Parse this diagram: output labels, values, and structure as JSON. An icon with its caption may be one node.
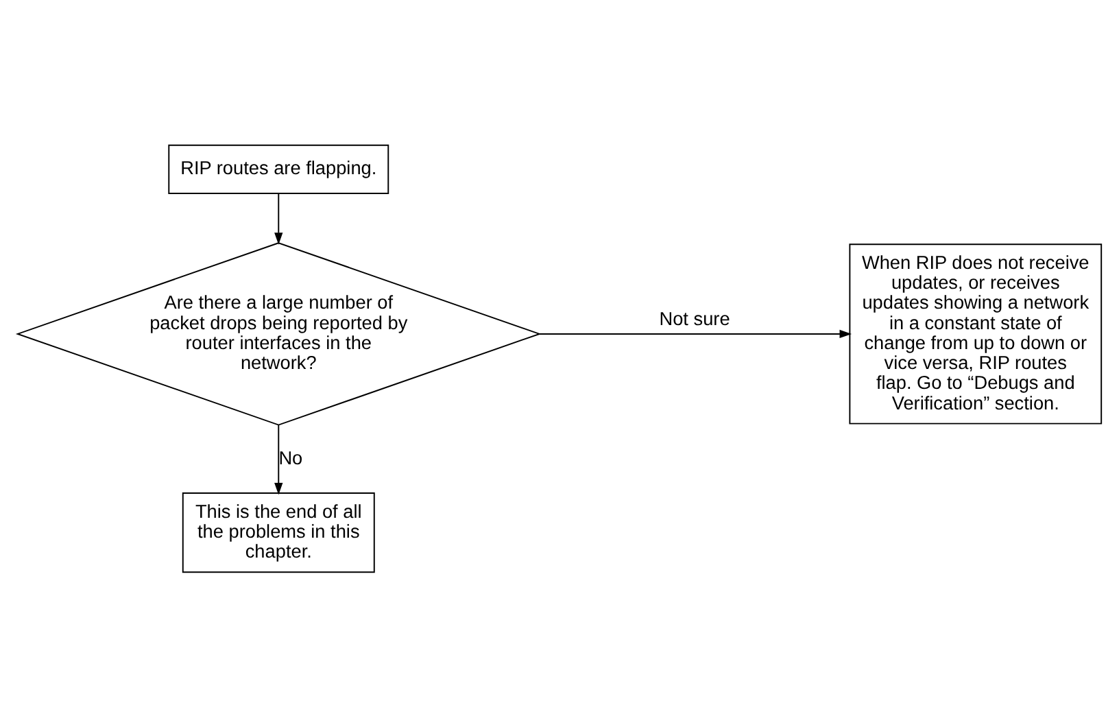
{
  "diagram": {
    "nodes": [
      {
        "text": [
          "RIP routes are flapping."
        ]
      },
      {
        "text": [
          "Are there a large number of packet drops being reported by router interfaces in the network?"
        ]
      },
      {
        "text": [
          "When RIP does not receive updates, or receives updates showing a network in a constant state of change from up to down or vice versa, RIP routes flap. Go to “Debugs and Verification” section."
        ]
      },
      {
        "text": [
          "This is the end of all the problems in this chapter."
        ]
      }
    ],
    "edges": [
      {
        "from": 0,
        "to": 1,
        "arrow": "to"
      },
      {
        "from": 1,
        "to": 2,
        "arrow": "to",
        "label": "Not sure"
      },
      {
        "from": 1,
        "to": 3,
        "arrow": "to",
        "label": "No"
      }
    ]
  }
}
